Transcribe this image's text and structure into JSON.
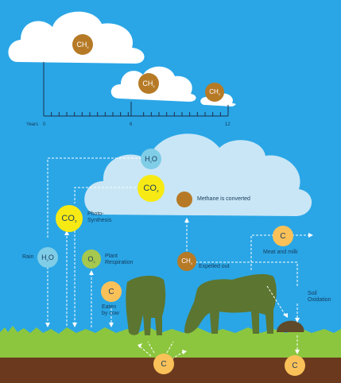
{
  "timeline": {
    "label": "Years",
    "ticks": [
      "0",
      "6",
      "12"
    ]
  },
  "molecules": {
    "ch4": {
      "base": "CH",
      "sub": "4"
    },
    "h2o": {
      "base": "H",
      "sub": "2",
      "tail": "O"
    },
    "co2": {
      "base": "CO",
      "sub": "2"
    },
    "o2": {
      "base": "O",
      "sub": "2"
    },
    "carbon": "C"
  },
  "labels": {
    "methane_converted": "Methane is converted",
    "photosynthesis": "Photo-\nSynthesis",
    "plant_respiration": "Plant\nRespiration",
    "rain": "Rain",
    "eaten_by_cow": "Eaten\nby cow",
    "expelled_out": "Expelled out",
    "meat_and_milk": "Meat and milk",
    "soil_oxidation": "Soil\nOxidation"
  },
  "colors": {
    "sky": "#2aa6e6",
    "cloud": "#ffffff",
    "cloud_light": "#c9e6f6",
    "methane": "#b67a26",
    "co2": "#f7ea14",
    "carbon": "#fbc159",
    "water": "#7fcde7",
    "oxygen": "#a6c84e",
    "grass": "#8cc63f",
    "soil": "#6b3a1e",
    "cow": "#5c7530"
  }
}
